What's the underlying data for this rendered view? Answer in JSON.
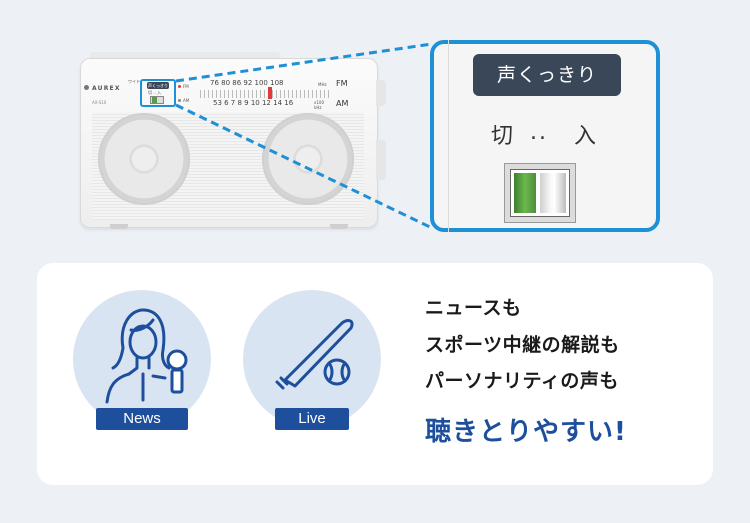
{
  "radio": {
    "brand": "AUREX",
    "model": "AX-S10",
    "switch_label": "声くっきり",
    "switch_off_on": "切 .. 入",
    "fm_scale": "76  80  86  92  100  108",
    "fm_unit": "MHz",
    "am_scale": "53 6 7 8 9 10 12 14 16",
    "am_unit": "x100 kHz",
    "fm_label": "FM",
    "am_label": "AM",
    "band_fm": "FM",
    "band_am": "AM",
    "side_label": "ワイド"
  },
  "zoom": {
    "button_label": "声くっきり",
    "off_label": "切",
    "dots": "..",
    "on_label": "入"
  },
  "icons": {
    "news_label": "News",
    "live_label": "Live"
  },
  "copy": {
    "line1": "ニュースも",
    "line2": "スポーツ中継の解説も",
    "line3": "パーソナリティの声も",
    "line4": "聴きとりやすい!"
  },
  "colors": {
    "accent_blue": "#1e90d6",
    "navy": "#1d4f9c",
    "circle_bg": "#d9e4f3",
    "button_dark": "#3a4759"
  }
}
